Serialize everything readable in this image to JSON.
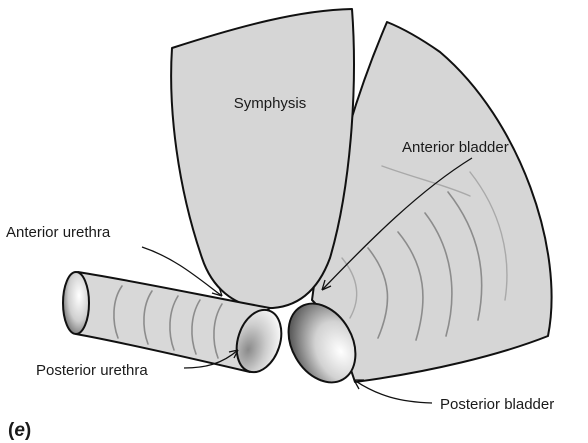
{
  "figure": {
    "labels": {
      "symphysis": "Symphysis",
      "anterior_bladder": "Anterior bladder",
      "anterior_urethra": "Anterior urethra",
      "posterior_urethra": "Posterior urethra",
      "posterior_bladder": "Posterior bladder"
    },
    "panel": {
      "open": "(",
      "letter": "e",
      "close": ")"
    }
  },
  "colors": {
    "fill_gray": "#d6d6d6",
    "outline": "#111111",
    "ridge": "#8c8c8c",
    "background": "#ffffff"
  }
}
